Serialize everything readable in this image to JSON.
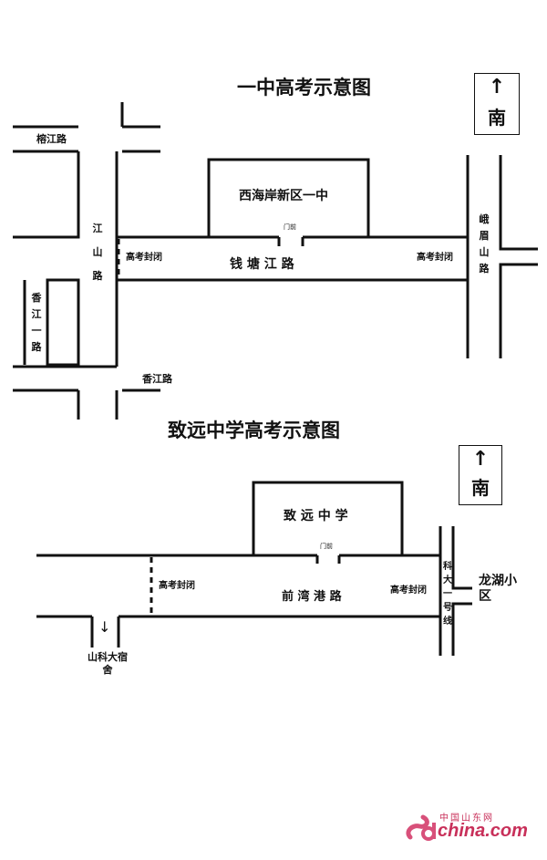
{
  "map1": {
    "title": "一中高考示意图",
    "compass_label": "南",
    "school": "西海岸新区一中",
    "gate": "门前",
    "roads": {
      "rongjiang": "榕江路",
      "jiangshan": "江山路",
      "xiangjiang_yi": "香江一路",
      "xiangjiang": "香江路",
      "qiantangjiang": "钱 塘 江 路",
      "emeishan": "峨眉山路"
    },
    "closed_left": "高考封闭",
    "closed_right": "高考封闭"
  },
  "map2": {
    "title": "致远中学高考示意图",
    "compass_label": "南",
    "school": "致 远 中 学",
    "gate": "门前",
    "road_main": "前 湾 港 路",
    "road_kedayihao": "科大一号线",
    "closed_left": "高考封闭",
    "closed_right": "高考封闭",
    "dorm": "山科大宿舍",
    "community": "龙湖小区"
  },
  "watermark": {
    "cn": "中国山东网",
    "en": "china.com",
    "logo_text": "Sd"
  },
  "icons": {
    "compass_arrow": "arrow-up-icon",
    "down_arrow": "arrow-down-icon"
  }
}
